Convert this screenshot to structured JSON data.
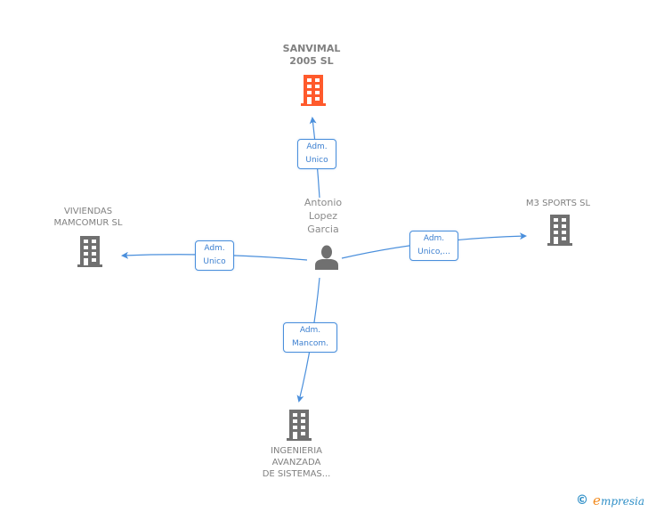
{
  "center_person": {
    "name_lines": [
      "Antonio",
      "Lopez",
      "Garcia"
    ],
    "icon": "person-icon"
  },
  "companies": [
    {
      "id": "sanvimal",
      "name_lines": [
        "SANVIMAL",
        "2005 SL"
      ],
      "icon": "building-icon",
      "color": "#ff5a2c",
      "highlight": true
    },
    {
      "id": "viviendas",
      "name_lines": [
        "VIVIENDAS",
        "MAMCOMUR SL"
      ],
      "icon": "building-icon",
      "color": "#707070",
      "highlight": false
    },
    {
      "id": "m3sports",
      "name_lines": [
        "M3 SPORTS SL"
      ],
      "icon": "building-icon",
      "color": "#707070",
      "highlight": false
    },
    {
      "id": "ingenieria",
      "name_lines": [
        "INGENIERIA",
        "AVANZADA",
        "DE SISTEMAS..."
      ],
      "icon": "building-icon",
      "color": "#707070",
      "highlight": false
    }
  ],
  "relations": [
    {
      "to": "sanvimal",
      "label_lines": [
        "Adm.",
        "Unico"
      ]
    },
    {
      "to": "viviendas",
      "label_lines": [
        "Adm.",
        "Unico"
      ]
    },
    {
      "to": "m3sports",
      "label_lines": [
        "Adm.",
        "Unico,..."
      ]
    },
    {
      "to": "ingenieria",
      "label_lines": [
        "Adm.",
        "Mancom."
      ]
    }
  ],
  "colors": {
    "edge": "#4a8fdc",
    "label_text": "#3b7fd0",
    "node_gray": "#707070",
    "highlight": "#ff5a2c"
  },
  "footer": {
    "copyright_symbol": "©",
    "brand_initial": "e",
    "brand_rest": "mpresia"
  }
}
